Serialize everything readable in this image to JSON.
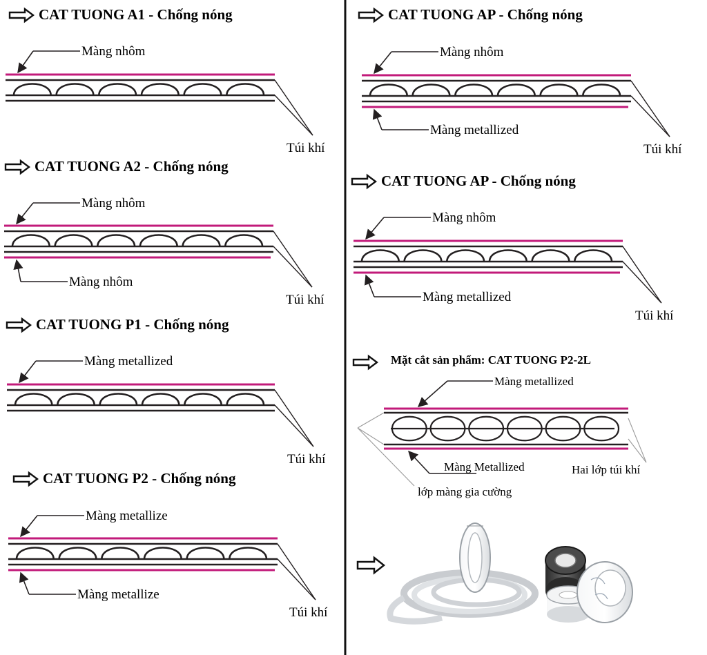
{
  "left": [
    {
      "title": "CAT TUONG A1 - Chống nóng",
      "top_label": "Màng nhôm",
      "bottom_label": "",
      "pocket_label": "Túi khí"
    },
    {
      "title": "CAT TUONG A2 - Chống nóng",
      "top_label": "Màng nhôm",
      "bottom_label": "Màng nhôm",
      "pocket_label": "Túi khí"
    },
    {
      "title": "CAT TUONG P1 - Chống nóng",
      "top_label": "Màng metallized",
      "bottom_label": "",
      "pocket_label": "Túi khí"
    },
    {
      "title": "CAT TUONG P2 - Chống nóng",
      "top_label": "Màng metallize",
      "bottom_label": "Màng metallize",
      "pocket_label": "Túi khí"
    }
  ],
  "right": [
    {
      "title": "CAT TUONG AP - Chống nóng",
      "top_label": "Màng nhôm",
      "bottom_label": "Màng metallized",
      "pocket_label": "Túi khí"
    },
    {
      "title": "CAT TUONG AP - Chống nóng",
      "top_label": "Màng nhôm",
      "bottom_label": "Màng metallized",
      "pocket_label": "Túi khí"
    }
  ],
  "p22l": {
    "title": "Mặt cắt sản phẩm: CAT TUONG P2-2L",
    "top_label": "Màng metallized",
    "bottom_label": "Màng Metallized",
    "pocket_label": "Hai lớp túi khí",
    "reinforce_label": "lớp màng gia cường"
  },
  "colors": {
    "film": "#c21a7a",
    "line": "#231f20",
    "roll_light": "#e8eaec",
    "roll_dark": "#3a3a3a"
  }
}
